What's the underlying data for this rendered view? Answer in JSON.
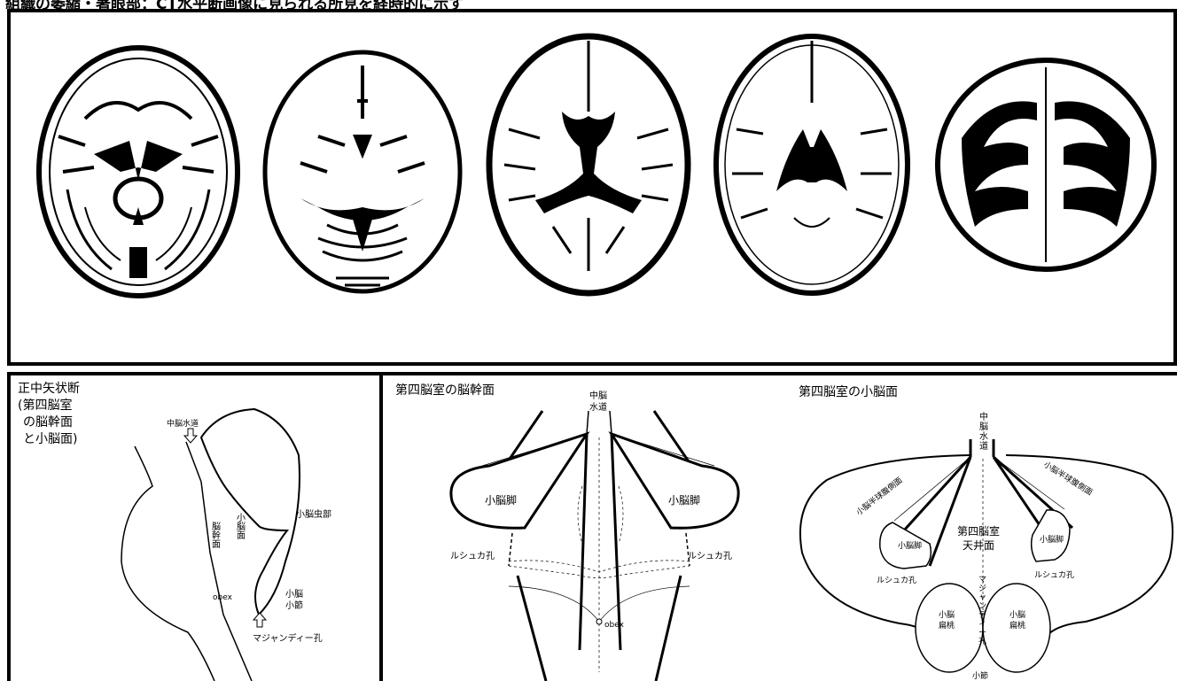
{
  "header": {
    "title": "組織の萎縮・著眼部：CT水平断画像に見られる所見を経時的に示す"
  },
  "top_panel": {
    "scans": [
      "ct-slice-posterior-fossa",
      "ct-slice-basal-ganglia",
      "ct-slice-lateral-ventricles",
      "ct-slice-ventricle-body",
      "ct-slice-vertex"
    ]
  },
  "panel_sagittal": {
    "title_lines": [
      "正中矢状断",
      "(第四脳室",
      "の脳幹面",
      "と小脳面)"
    ],
    "aqueduct": "中脳水道",
    "vermis": "小脳虫部",
    "brainstem_face": "脳幹面",
    "cerebellar_face": "小脳面",
    "obex": "obex",
    "nodulus": [
      "小脳",
      "小節"
    ],
    "magendie": "マジャンディー孔"
  },
  "panel_brainstem": {
    "title": "第四脳室の脳幹面",
    "aqueduct": [
      "中脳",
      "水道"
    ],
    "peduncle_left": "小脳脚",
    "peduncle_right": "小脳脚",
    "luschka_left": "ルシュカ孔",
    "luschka_right": "ルシュカ孔",
    "obex": "obex"
  },
  "panel_cerebellar": {
    "title": "第四脳室の小脳面",
    "aqueduct": [
      "中",
      "脳",
      "水",
      "道"
    ],
    "hemisphere_left": "小脳半球腹側面",
    "hemisphere_right": "小脳半球腹側面",
    "peduncle_left": "小脳脚",
    "peduncle_right": "小脳脚",
    "roof": [
      "第四脳室",
      "天井面"
    ],
    "luschka_left": "ルシュカ孔",
    "luschka_right": "ルシュカ孔",
    "magendie": [
      "マ",
      "ジ",
      "ャ",
      "ン",
      "デ",
      "ィ",
      "ー",
      "孔"
    ],
    "tonsil_left": [
      "小脳",
      "扁桃"
    ],
    "tonsil_right": [
      "小脳",
      "扁桃"
    ],
    "nodulus": "小節"
  }
}
